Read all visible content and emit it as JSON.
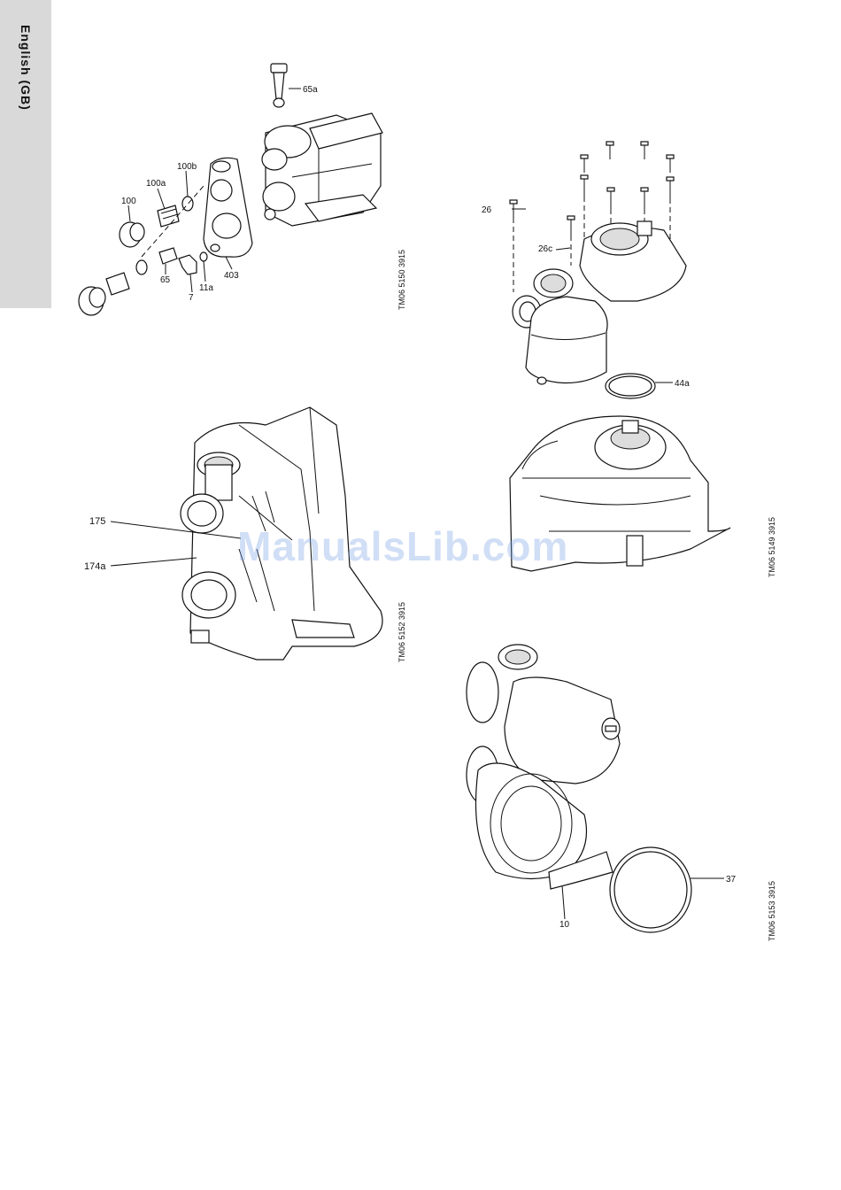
{
  "side_tab": {
    "label": "English (GB)"
  },
  "figures": {
    "fig1": {
      "code": "TM06 5150 3915",
      "callouts": {
        "c65a": "65a",
        "c100b": "100b",
        "c100a": "100a",
        "c100": "100",
        "c65": "65",
        "c7": "7",
        "c11a": "11a",
        "c403": "403"
      }
    },
    "fig2": {
      "code": "TM06 5149 3915",
      "callouts": {
        "c26": "26",
        "c26c": "26c",
        "c44a": "44a"
      }
    },
    "fig3": {
      "code": "TM06 5152 3915",
      "callouts": {
        "c175": "175",
        "c174a": "174a"
      }
    },
    "fig4": {
      "code": "TM06 5153 3915",
      "callouts": {
        "c37": "37",
        "c10": "10"
      }
    }
  },
  "watermark": "ManualsLib.com"
}
